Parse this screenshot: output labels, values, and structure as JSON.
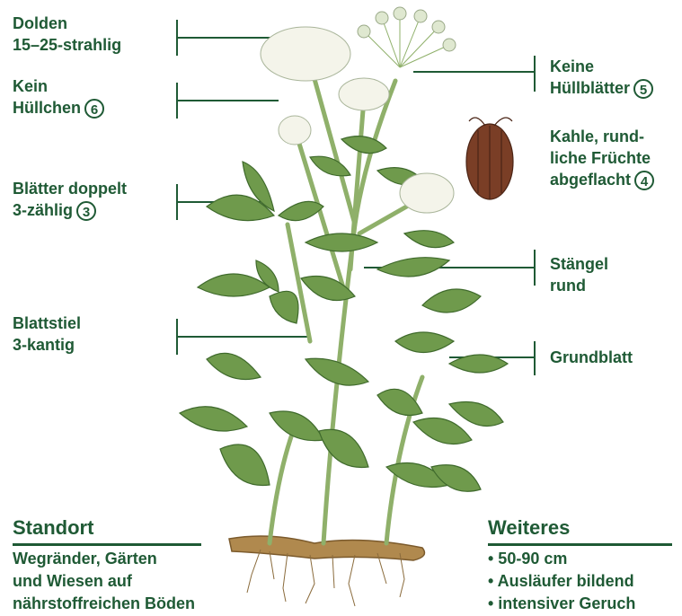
{
  "labels": {
    "dolden": {
      "lines": [
        "Dolden",
        "15–25-strahlig"
      ]
    },
    "huellchen": {
      "lines": [
        "Kein",
        "Hüllchen"
      ],
      "num": "6"
    },
    "blaetter": {
      "lines": [
        "Blätter doppelt",
        "3-zählig"
      ],
      "num": "3"
    },
    "blattstiel": {
      "lines": [
        "Blattstiel",
        "3-kantig"
      ]
    },
    "huellblaetter": {
      "lines": [
        "Keine",
        "Hüllblätter"
      ],
      "num": "5"
    },
    "fruechte": {
      "lines": [
        "Kahle, rund-",
        "liche Früchte",
        "abgeflacht"
      ],
      "num": "4"
    },
    "staengel": {
      "lines": [
        "Stängel",
        "rund"
      ]
    },
    "grundblatt": {
      "lines": [
        "Grundblatt"
      ]
    }
  },
  "standort": {
    "title": "Standort",
    "lines": [
      "Wegränder, Gärten",
      "und Wiesen auf",
      "nährstoffreichen Böden"
    ]
  },
  "weiteres": {
    "title": "Weiteres",
    "items": [
      "• 50-90 cm",
      "• Ausläufer bildend",
      "• intensiver Geruch"
    ]
  },
  "colors": {
    "text": "#1f5a35",
    "leaf": "#6f9a4c",
    "leaf_dark": "#3f6a2c",
    "stem": "#8fb06a",
    "flower": "#f4f4ea",
    "fruit": "#7a3e26",
    "root": "#b0894e"
  }
}
